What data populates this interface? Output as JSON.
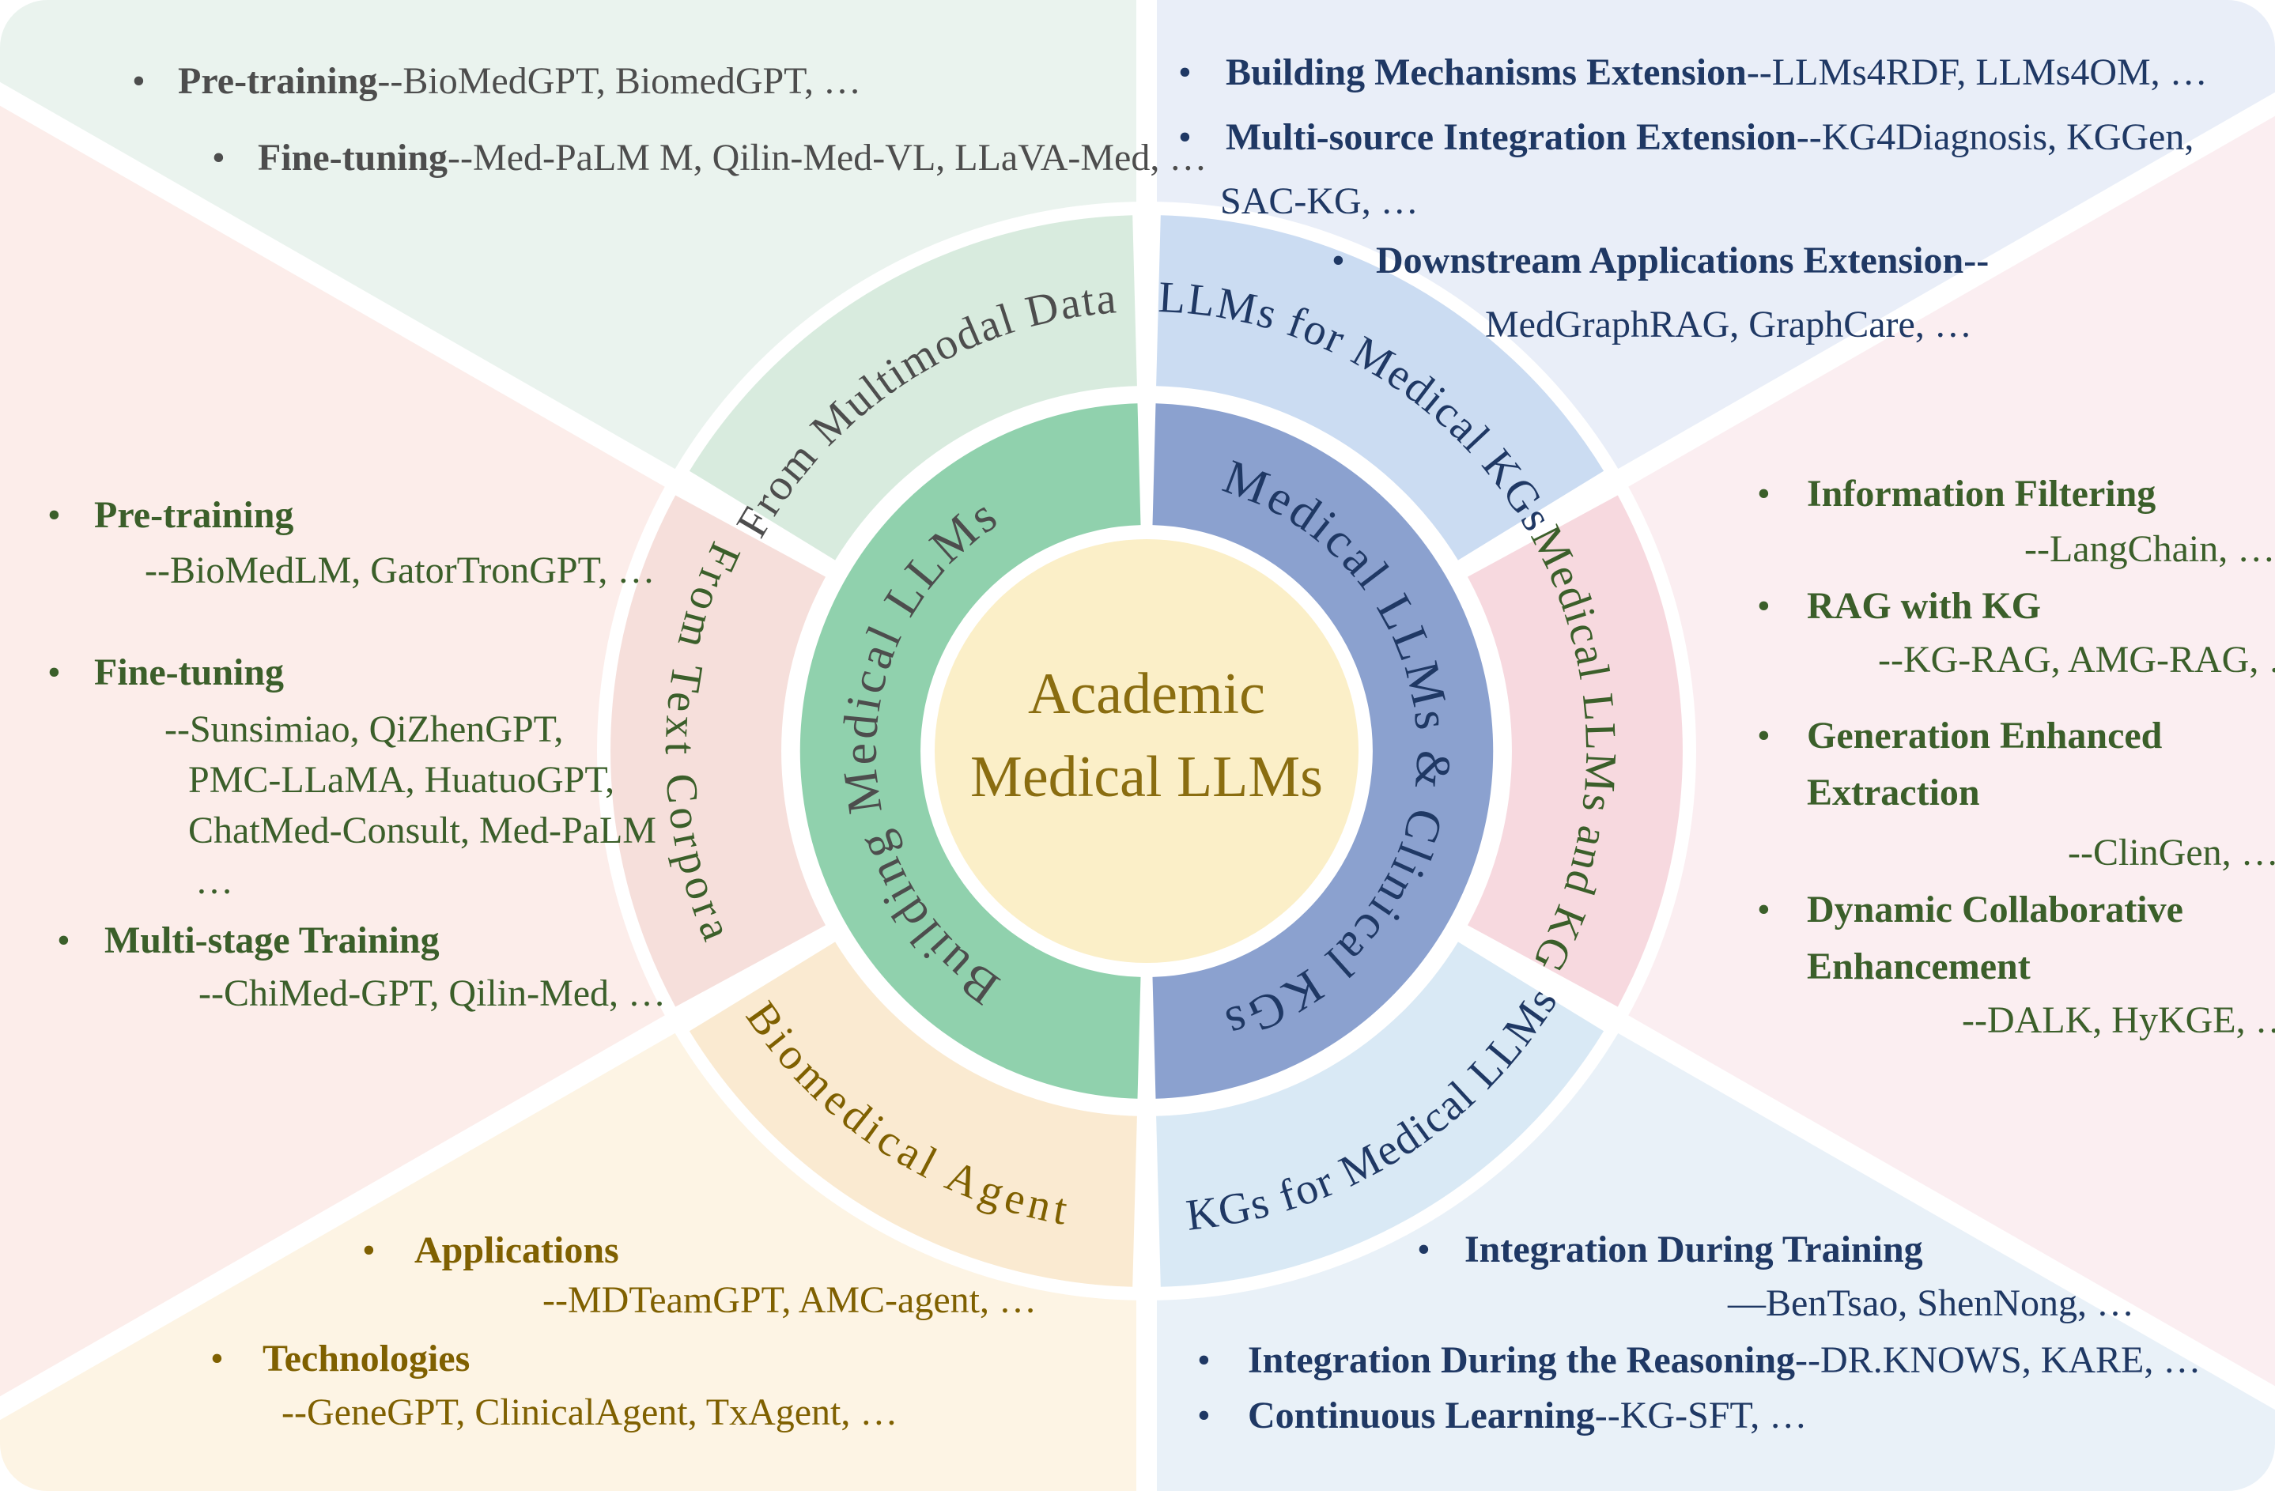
{
  "ui": {
    "bullet": "•"
  },
  "colors": {
    "white": "#FFFFFF",
    "bg_top_left": "#EAF3EE",
    "bg_top_right": "#E9EEF8",
    "bg_left": "#FCEDEA",
    "bg_right": "#FBEEF1",
    "bg_bottom_left": "#FDF4E4",
    "bg_bottom_right": "#E9F1F8",
    "seg_top_left": "#D8EBDE",
    "seg_top_right": "#CBDCF2",
    "seg_right": "#F7D9DF",
    "seg_bottom_right": "#D9E9F5",
    "seg_bottom_left": "#FAEAD1",
    "seg_left": "#F6DFDB",
    "ring_green": "#90D1AD",
    "ring_blue": "#8BA1CF",
    "center_fill": "#FBEFC8",
    "center_text": "#8A6D10",
    "text_navy": "#1F3864",
    "text_green": "#3B5F2A",
    "text_gray": "#4D4D4D",
    "text_olive": "#7F6000"
  },
  "center_circle": {
    "line1": "Academic",
    "line2": "Medical LLMs"
  },
  "inner_ring": {
    "left": "Building Medical LLMs",
    "right": "Medical LLMs & Clinical KGs"
  },
  "outer_ring": {
    "top_left": "From Multimodal Data",
    "top_right": "LLMs for Medical KGs",
    "right": "Medical LLMs and KGs",
    "bottom_right": "KGs for Medical LLMs",
    "bottom_left": "Biomedical Agent",
    "left": "From Text Corpora"
  },
  "sections": {
    "top_left": {
      "items": [
        {
          "label": "Pre-training",
          "detail": "--BioMedGPT, BiomedGPT, …"
        },
        {
          "label": "Fine-tuning",
          "detail": "--Med-PaLM M, Qilin-Med-VL, LLaVA-Med, …"
        }
      ]
    },
    "top_right": {
      "items": [
        {
          "label": "Building Mechanisms Extension",
          "detail": "--LLMs4RDF, LLMs4OM, …"
        },
        {
          "label": "Multi-source Integration Extension",
          "detail": "--KG4Diagnosis, KGGen,",
          "detail2": "SAC-KG, …"
        },
        {
          "label": "Downstream Applications Extension--",
          "detail": "MedGraphRAG, GraphCare, …"
        }
      ]
    },
    "left": {
      "items": [
        {
          "label": "Pre-training",
          "detail": "--BioMedLM, GatorTronGPT, …"
        },
        {
          "label": "Fine-tuning",
          "detail": "--Sunsimiao, QiZhenGPT,",
          "detail2": "PMC-LLaMA, HuatuoGPT,",
          "detail3": "ChatMed-Consult, Med-PaLM",
          "detail4": "…"
        },
        {
          "label": "Multi-stage Training",
          "detail": "--ChiMed-GPT, Qilin-Med, …"
        }
      ]
    },
    "right": {
      "items": [
        {
          "label": "Information Filtering",
          "detail": "--LangChain, …"
        },
        {
          "label": "RAG with KG",
          "detail": "--KG-RAG, AMG-RAG, …"
        },
        {
          "label": "Generation Enhanced",
          "label2": "Extraction",
          "detail": "--ClinGen, …"
        },
        {
          "label": "Dynamic Collaborative",
          "label2": "Enhancement",
          "detail": "--DALK, HyKGE, …"
        }
      ]
    },
    "bottom_left": {
      "items": [
        {
          "label": "Applications",
          "detail": "--MDTeamGPT, AMC-agent, …"
        },
        {
          "label": "Technologies",
          "detail": "--GeneGPT, ClinicalAgent, TxAgent, …"
        }
      ]
    },
    "bottom_right": {
      "items": [
        {
          "label": "Integration During Training",
          "detail": "—BenTsao, ShenNong, …"
        },
        {
          "label": "Integration During the Reasoning",
          "detail": "--DR.KNOWS, KARE, …"
        },
        {
          "label": "Continuous Learning",
          "detail": "--KG-SFT, …"
        }
      ]
    }
  }
}
